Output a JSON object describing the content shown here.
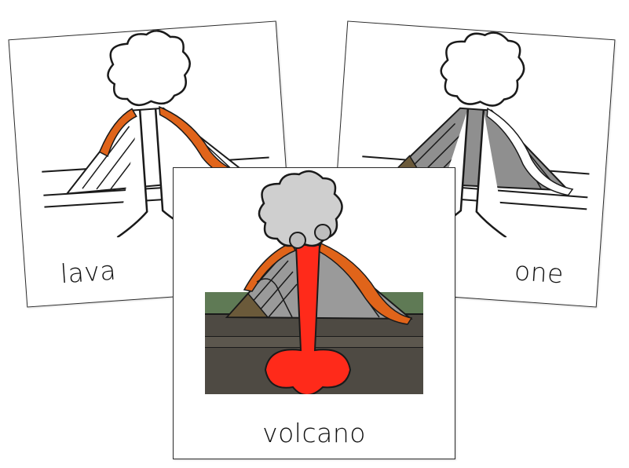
{
  "cards": [
    {
      "label": "lava"
    },
    {
      "label": "one"
    },
    {
      "label": "volcano"
    }
  ],
  "colors": {
    "lava_orange": "#e0641a",
    "lava_red": "#ff2a1a",
    "smoke_gray": "#cfcfcf",
    "rock_gray": "#9a9a9a",
    "ground_green": "#5f7a55",
    "ground_dark": "#4e4a43",
    "outline": "#1a1a1a"
  },
  "icons": [
    "volcano-illustration",
    "volcano-line-drawing",
    "volcano-partial-color"
  ]
}
